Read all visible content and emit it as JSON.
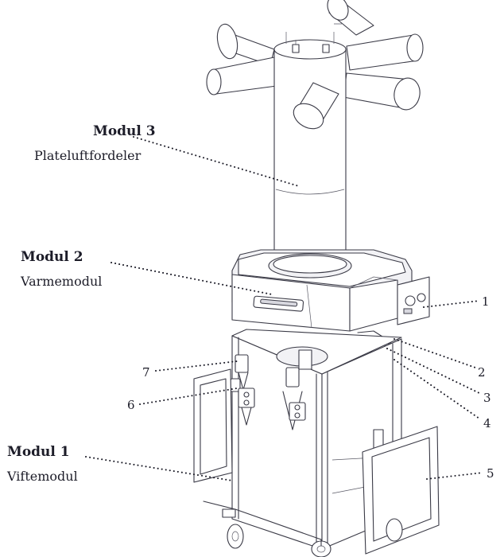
{
  "modules": [
    {
      "title": "Modul 3",
      "subtitle": "Plateluftfordeler"
    },
    {
      "title": "Modul 2",
      "subtitle": "Varmemodul"
    },
    {
      "title": "Modul 1",
      "subtitle": "Viftemodul"
    }
  ],
  "callouts": [
    "1",
    "2",
    "3",
    "4",
    "5",
    "6",
    "7"
  ]
}
